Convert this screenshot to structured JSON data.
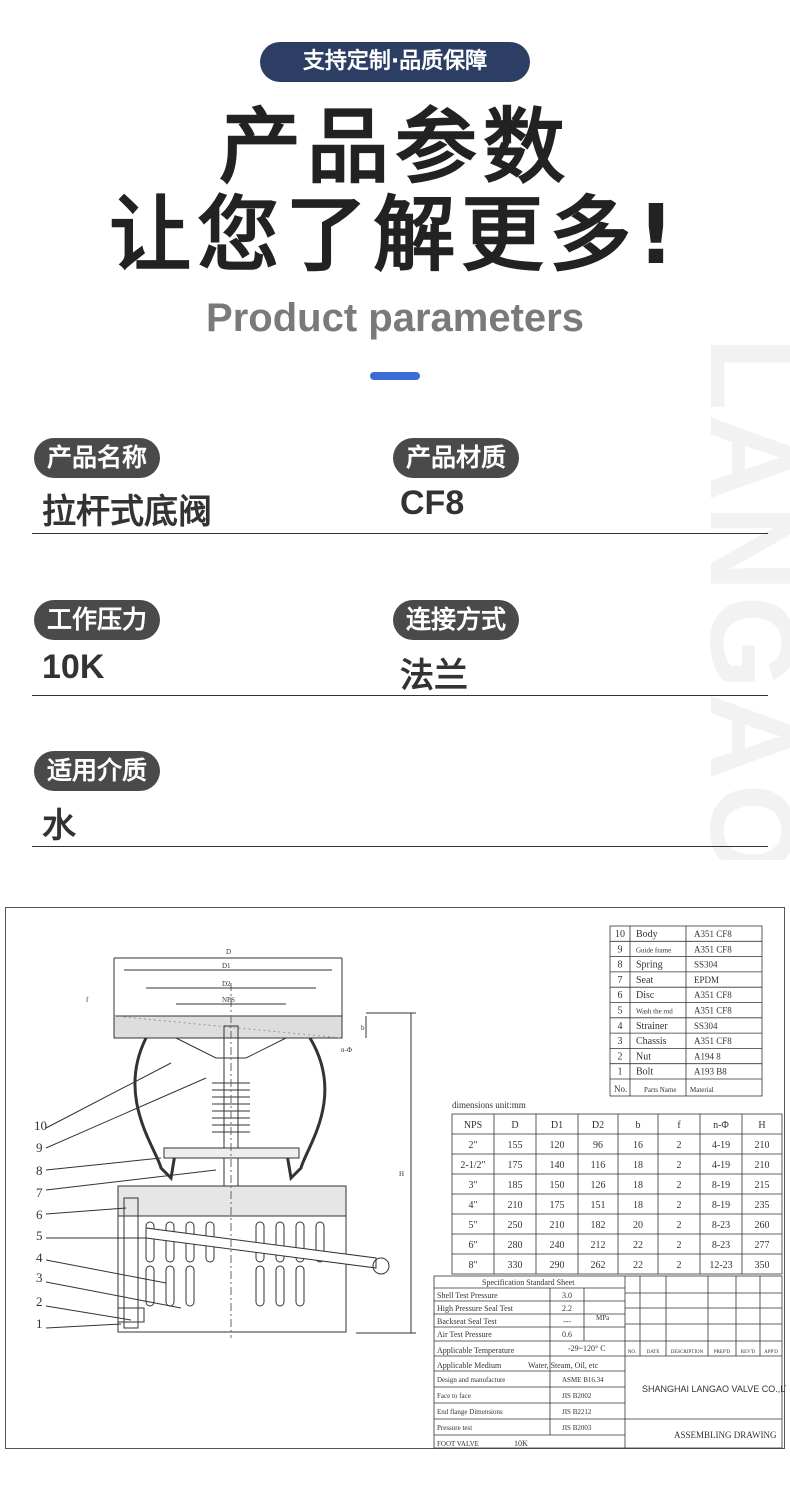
{
  "header": {
    "badge": "支持定制·品质保障",
    "title_line1": "产品参数",
    "title_line2": "让您了解更多!",
    "subtitle": "Product parameters",
    "watermark": "LANGAO"
  },
  "params": [
    {
      "label": "产品名称",
      "value": "拉杆式底阀"
    },
    {
      "label": "产品材质",
      "value": "CF8"
    },
    {
      "label": "工作压力",
      "value": "10K"
    },
    {
      "label": "连接方式",
      "value": "法兰"
    },
    {
      "label": "适用介质",
      "value": "水"
    }
  ],
  "drawing": {
    "dim_labels": [
      "D",
      "D1",
      "D2",
      "NPS",
      "f",
      "b",
      "n-Φ",
      "H"
    ],
    "part_numbers": [
      "10",
      "9",
      "8",
      "7",
      "6",
      "5",
      "4",
      "3",
      "2",
      "1"
    ],
    "parts_table": [
      {
        "no": "10",
        "name": "Body",
        "material": "A351 CF8"
      },
      {
        "no": "9",
        "name": "Guide frame",
        "material": "A351 CF8"
      },
      {
        "no": "8",
        "name": "Spring",
        "material": "SS304"
      },
      {
        "no": "7",
        "name": "Seat",
        "material": "EPDM"
      },
      {
        "no": "6",
        "name": "Disc",
        "material": "A351 CF8"
      },
      {
        "no": "5",
        "name": "Wash the rod",
        "material": "A351 CF8"
      },
      {
        "no": "4",
        "name": "Strainer",
        "material": "SS304"
      },
      {
        "no": "3",
        "name": "Chassis",
        "material": "A351 CF8"
      },
      {
        "no": "2",
        "name": "Nut",
        "material": "A194 8"
      },
      {
        "no": "1",
        "name": "Bolt",
        "material": "A193 B8"
      }
    ],
    "parts_header": {
      "no": "No.",
      "name": "Parts Name",
      "material": "Material"
    },
    "dims_caption": "dimensions unit:mm",
    "dims_headers": [
      "NPS",
      "D",
      "D1",
      "D2",
      "b",
      "f",
      "n-Φ",
      "H"
    ],
    "dims_rows": [
      [
        "2\"",
        "155",
        "120",
        "96",
        "16",
        "2",
        "4-19",
        "210"
      ],
      [
        "2-1/2\"",
        "175",
        "140",
        "116",
        "18",
        "2",
        "4-19",
        "210"
      ],
      [
        "3\"",
        "185",
        "150",
        "126",
        "18",
        "2",
        "8-19",
        "215"
      ],
      [
        "4\"",
        "210",
        "175",
        "151",
        "18",
        "2",
        "8-19",
        "235"
      ],
      [
        "5\"",
        "250",
        "210",
        "182",
        "20",
        "2",
        "8-23",
        "260"
      ],
      [
        "6\"",
        "280",
        "240",
        "212",
        "22",
        "2",
        "8-23",
        "277"
      ],
      [
        "8\"",
        "330",
        "290",
        "262",
        "22",
        "2",
        "12-23",
        "350"
      ]
    ],
    "spec_title": "Specification Standard Sheet",
    "spec_rows": [
      {
        "label": "Shell Test Pressure",
        "value": "3.0"
      },
      {
        "label": "High Pressure Seal Test",
        "value": "2.2"
      },
      {
        "label": "Backseat Seal Test",
        "value": "---"
      },
      {
        "label": "Air Test Pressure",
        "value": "0.6"
      }
    ],
    "spec_unit": "MPa",
    "temp_label": "Applicable Temperature",
    "temp_value": "-29~120° C",
    "medium_label": "Applicable Medium",
    "medium_value": "Water, Steam, Oil, etc",
    "std_rows": [
      {
        "label": "Design and manufacture",
        "value": "ASME B16.34"
      },
      {
        "label": "Face to face",
        "value": "JIS B2002"
      },
      {
        "label": "End flange Dimensions",
        "value": "JIS B2212"
      },
      {
        "label": "Pressure test",
        "value": "JIS B2003"
      }
    ],
    "footer_name": "FOOT VALVE",
    "footer_rating": "10K",
    "rev_headers": [
      "NO.",
      "DATE",
      "DESCRIPTION",
      "PREP'D",
      "REV'D",
      "APP'D"
    ],
    "company": "SHANGHAI LANGAO VALVE CO.,LTD.",
    "drawing_title": "ASSEMBLING DRAWING"
  }
}
